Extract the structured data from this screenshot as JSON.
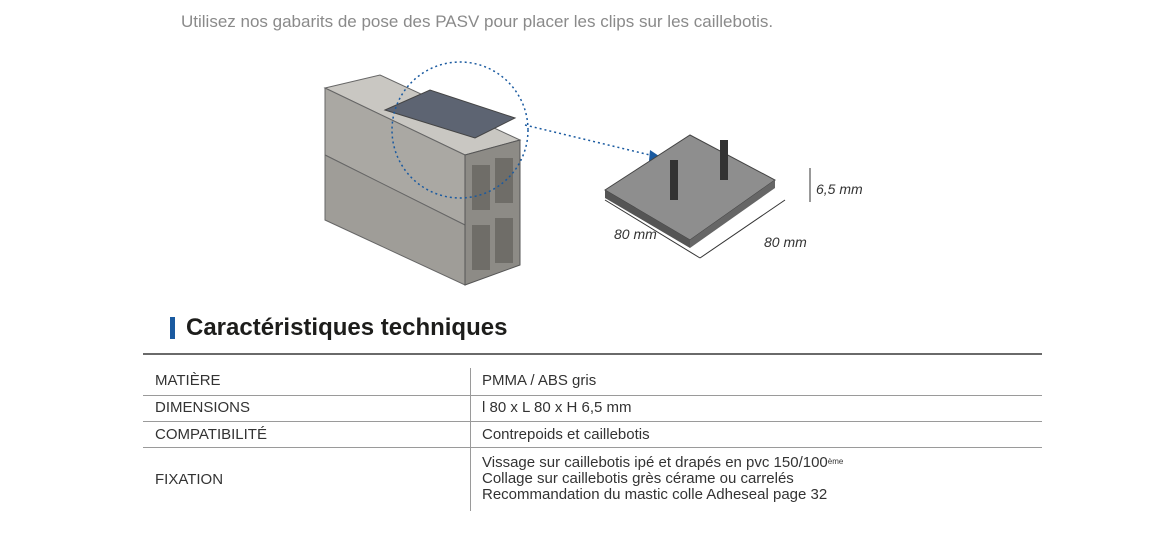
{
  "intro_text": "Utilisez nos gabarits de pose des PASV pour placer les clips sur les caillebotis.",
  "illustration": {
    "dimension_width": "80 mm",
    "dimension_length": "80 mm",
    "dimension_height": "6,5 mm",
    "accent_color": "#1a5aa0"
  },
  "section_title": "Caractéristiques techniques",
  "specs": [
    {
      "label": "MATIÈRE",
      "value": "PMMA / ABS gris"
    },
    {
      "label": "DIMENSIONS",
      "value": "l 80 x L 80 x H 6,5 mm"
    },
    {
      "label": "COMPATIBILITÉ",
      "value": "Contrepoids et caillebotis"
    },
    {
      "label": "FIXATION",
      "lines": [
        "Vissage sur caillebotis ipé et drapés en pvc 150/100",
        "Collage sur caillebotis grès cérame ou carrelés",
        "Recommandation du mastic colle Adheseal page 32"
      ],
      "superscript": "ème"
    }
  ]
}
